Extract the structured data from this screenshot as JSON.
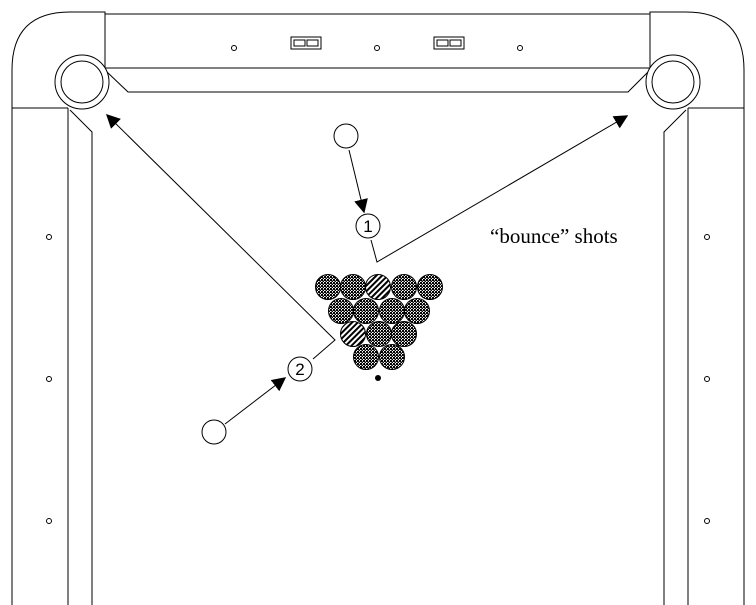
{
  "diagram": {
    "caption": "“bounce” shots",
    "markers": [
      {
        "label": "1"
      },
      {
        "label": "2"
      }
    ],
    "colors": {
      "line": "#000000",
      "rack_fill": "#333333",
      "background": "#ffffff"
    }
  }
}
